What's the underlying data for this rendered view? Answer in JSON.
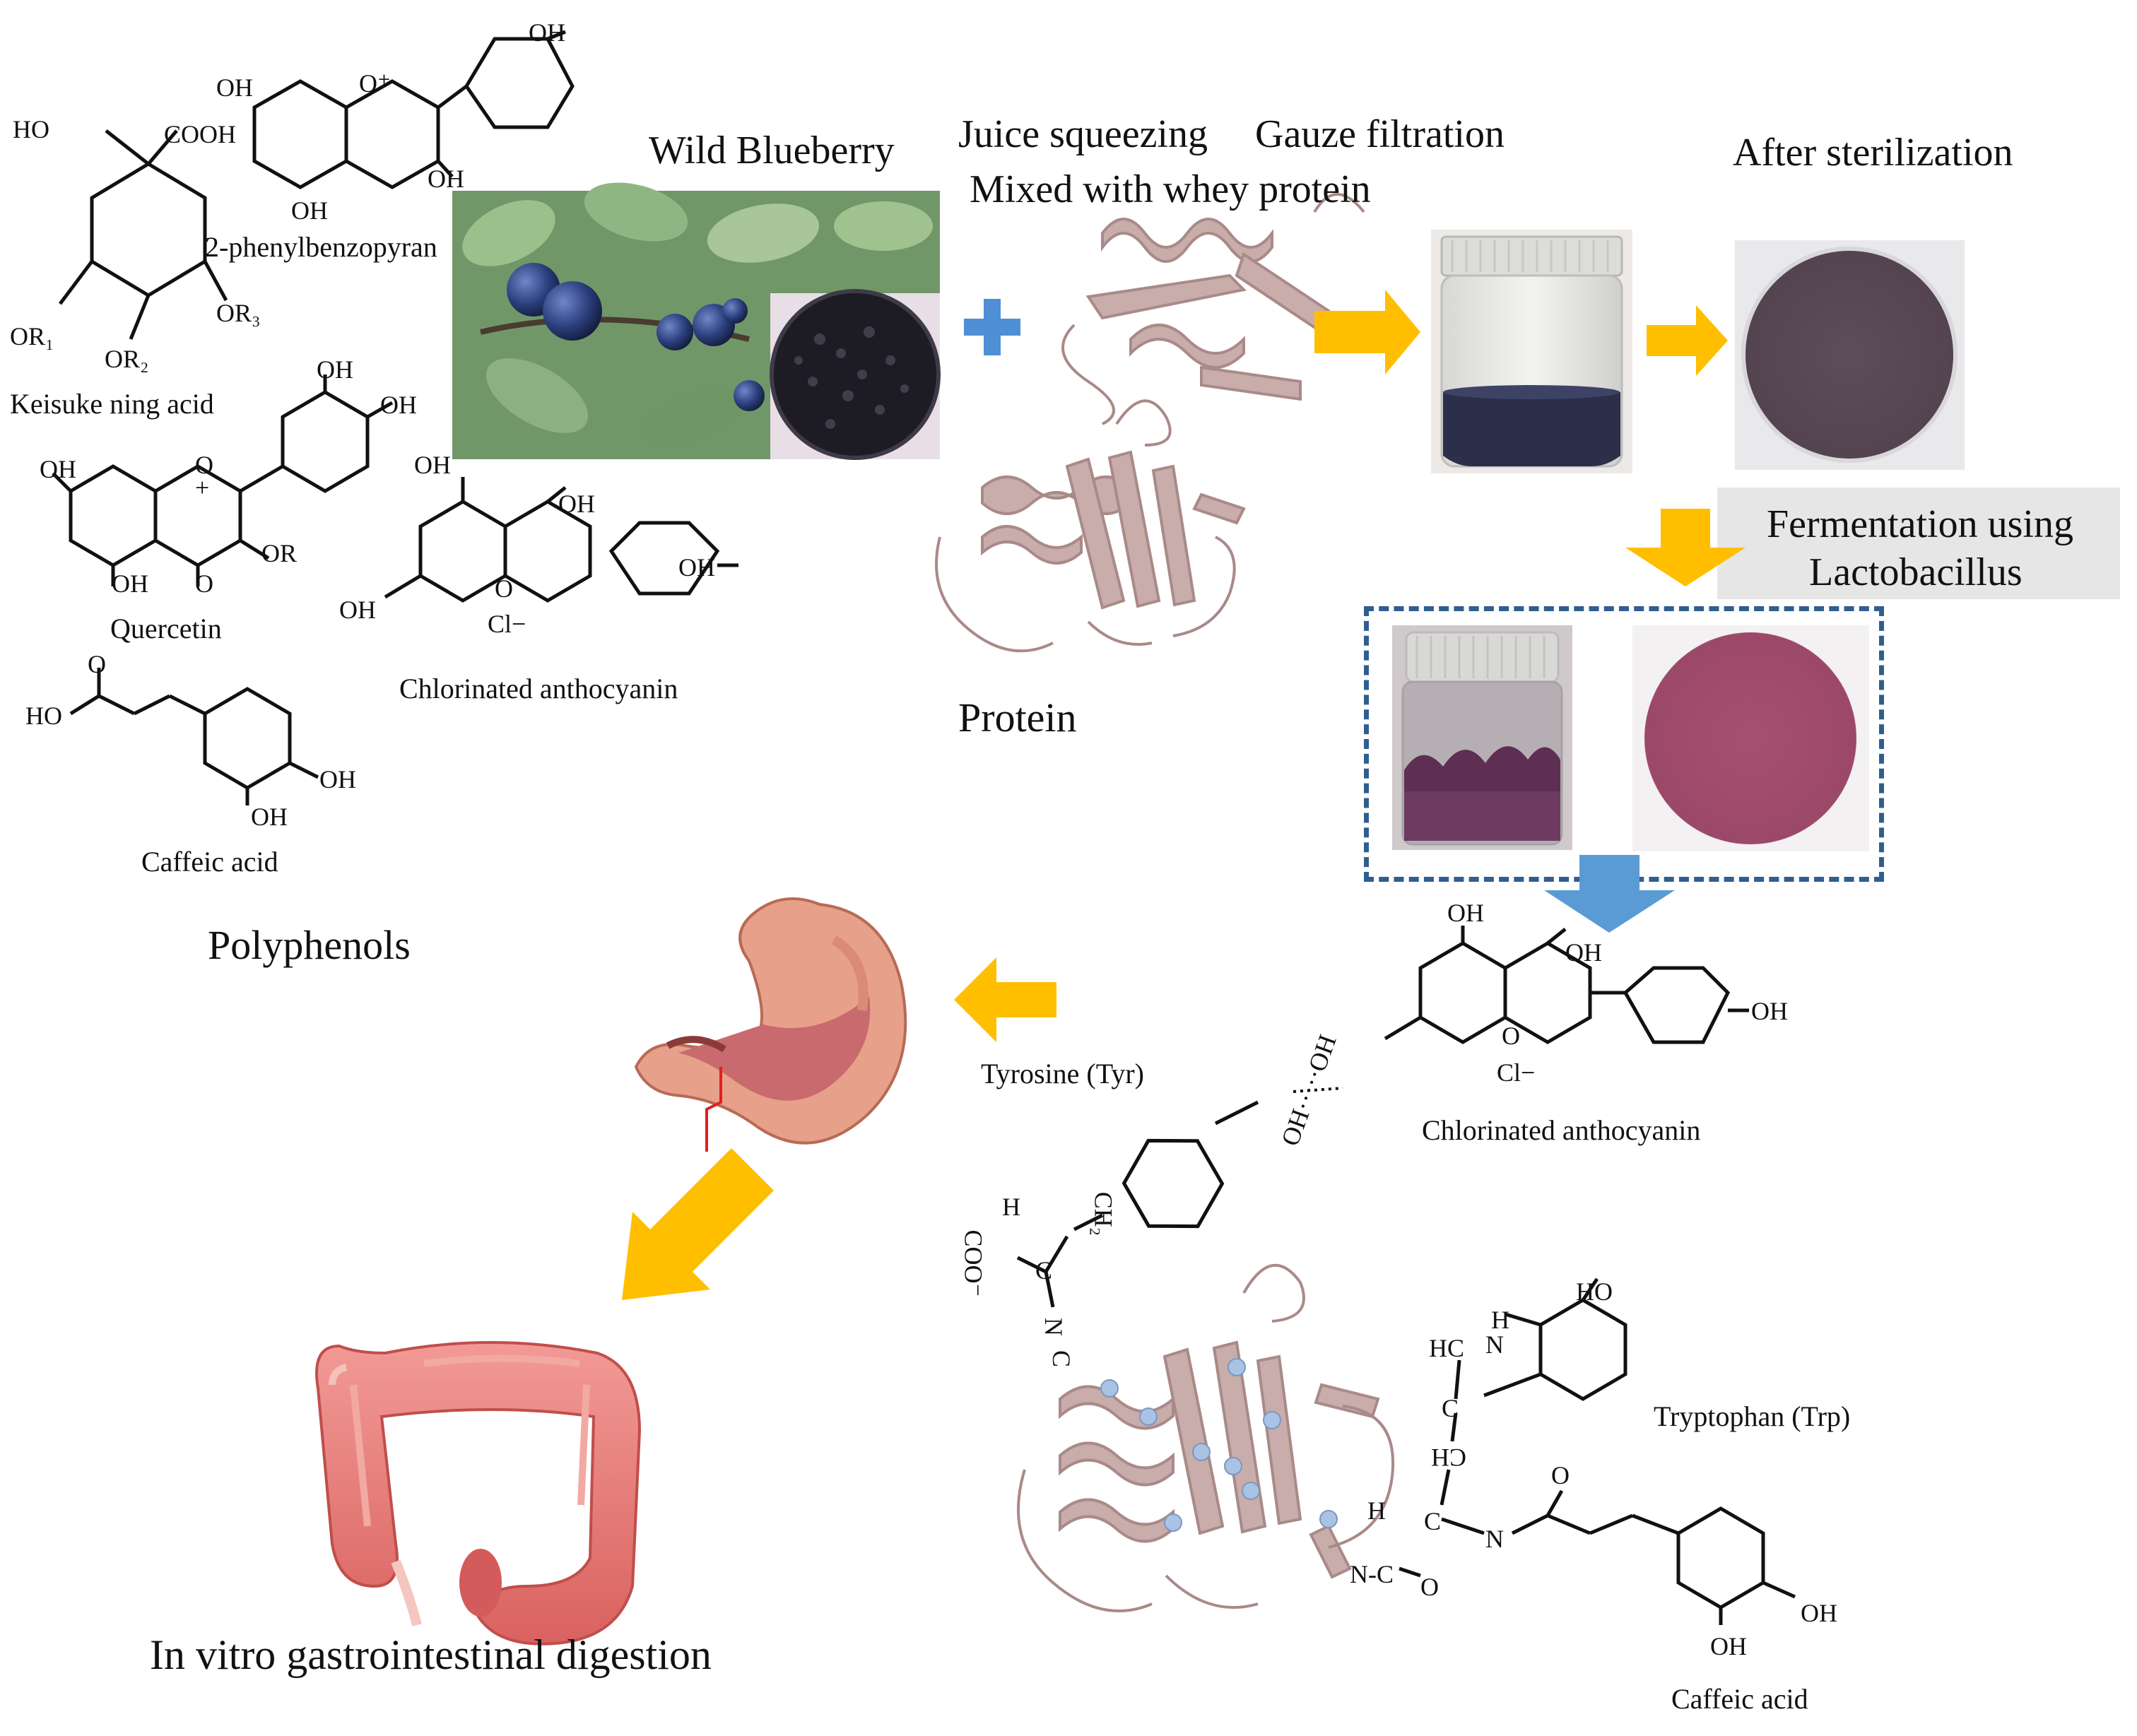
{
  "labels": {
    "wild_blueberry": "Wild Blueberry",
    "juice_squeezing": "Juice squeezing",
    "gauze_filtration": "Gauze filtration",
    "mixed_whey": "Mixed with whey protein",
    "after_sterilization": "After sterilization",
    "fermentation_line1": "Fermentation using",
    "fermentation_line2": "Lactobacillus",
    "protein": "Protein",
    "polyphenols": "Polyphenols",
    "tyrosine": "Tyrosine (Tyr)",
    "tryptophan": "Tryptophan (Trp)",
    "chlorinated_anthocyanin_top": "Chlorinated anthocyanin",
    "chlorinated_anthocyanin_bottom": "Chlorinated anthocyanin",
    "caffeic_acid_top": "Caffeic acid",
    "caffeic_acid_bottom": "Caffeic acid",
    "quercetin": "Quercetin",
    "keisuke": "Keisuke ning acid",
    "phenylbenzopyran": "2-phenylbenzopyran",
    "in_vitro": "In vitro gastrointestinal digestion"
  },
  "chem_text": {
    "oh": "OH",
    "ho": "HO",
    "cooh": "COOH",
    "or": "OR",
    "or1": "OR₁",
    "or2": "OR₂",
    "or3": "OR₃",
    "o_plus": "O⁺",
    "cl_minus": "Cl−",
    "o": "O",
    "plus": "+",
    "coo_minus": "COO⁻",
    "h": "H",
    "n": "N",
    "ch2": "CH₂",
    "c": "C",
    "hc": "HC",
    "ch": "CH",
    "n_c": "N-C",
    "o_c": "O",
    "oh_dots": "OH·····OH"
  },
  "colors": {
    "arrow_yellow": "#ffbf00",
    "arrow_blue": "#5b9bd5",
    "plus_blue": "#4f8fd6",
    "dashed_border": "#2f5e8f",
    "protein_ribbon": "#c9adab",
    "sterilized_purple": "#5a4a56",
    "fermented_pink": "#a24d6b",
    "intestine_red": "#e27a7a"
  },
  "icons": [
    "blue-plus-icon",
    "yellow-arrow-right-icon",
    "yellow-arrow-down-icon",
    "blue-arrow-down-icon",
    "yellow-arrow-left-icon",
    "yellow-arrow-down-left-icon"
  ]
}
